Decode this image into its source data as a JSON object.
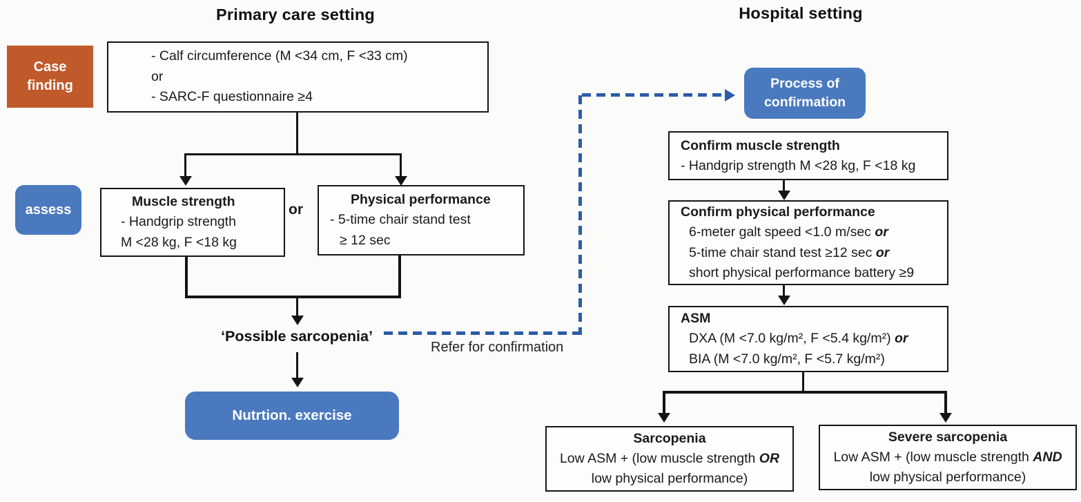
{
  "colors": {
    "orange": "#c05a2b",
    "blue": "#4a79be",
    "arrow_blue": "#2c5ca8",
    "ink": "#141414"
  },
  "primary": {
    "title": "Primary care setting",
    "case_finding": "Case finding",
    "screening": {
      "line1": "- Calf circumference (M <34 cm, F <33 cm)",
      "line2": "or",
      "line3": "- SARC-F questionnaire ≥4"
    },
    "assess": "assess",
    "muscle": {
      "title": "Muscle strength",
      "line1": "- Handgrip strength",
      "line2": "M <28 kg, F <18 kg"
    },
    "or": "or",
    "physical": {
      "title": "Physical performance",
      "line1": "- 5-time chair stand test",
      "line2": "≥ 12 sec"
    },
    "possible": "‘Possible sarcopenia’",
    "refer": "Refer for confirmation",
    "nutrition": "Nutrtion. exercise"
  },
  "hospital": {
    "title": "Hospital setting",
    "process": "Process of confirmation",
    "confirm_muscle": {
      "title": "Confirm muscle strength",
      "line1": "- Handgrip strength M <28 kg, F <18 kg"
    },
    "confirm_physical": {
      "title": "Confirm physical performance",
      "line1_main": "6-meter galt speed <1.0 m/sec ",
      "line1_or": "or",
      "line2_main": "5-time chair stand test ≥12 sec ",
      "line2_or": "or",
      "line3": "short physical performance battery ≥9"
    },
    "asm": {
      "title": "ASM",
      "line1_main": "DXA (M <7.0 kg/m², F <5.4 kg/m²) ",
      "line1_or": "or",
      "line2": "BIA (M <7.0 kg/m², F <5.7 kg/m²)"
    },
    "sarcopenia": {
      "title": "Sarcopenia",
      "line1_main": "Low ASM + (low muscle strength ",
      "line1_op": "OR",
      "line2": "low physical performance)"
    },
    "severe": {
      "title": "Severe sarcopenia",
      "line1_main": "Low ASM + (low muscle strength ",
      "line1_op": "AND",
      "line2": "low physical performance)"
    }
  }
}
